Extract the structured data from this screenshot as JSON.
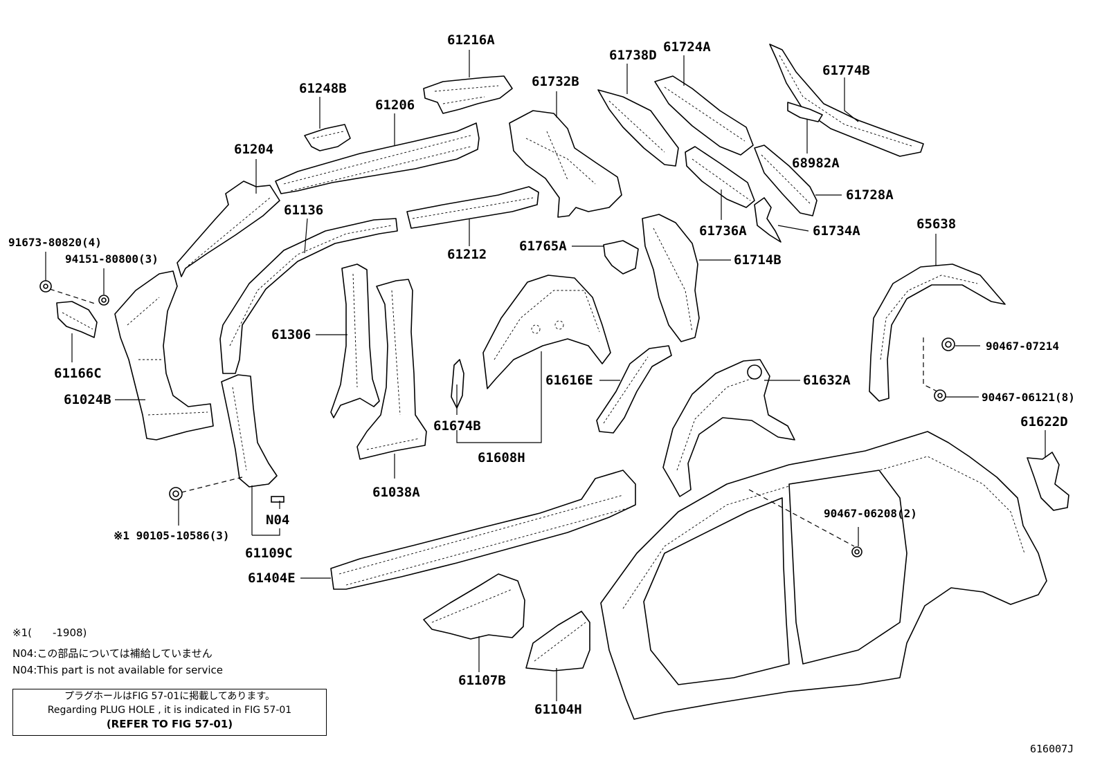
{
  "figure_code": "616007J",
  "labels": {
    "p61216A": "61216A",
    "p61248B": "61248B",
    "p61206": "61206",
    "p61204": "61204",
    "p61136": "61136",
    "p61212": "61212",
    "p61732B": "61732B",
    "p61738D": "61738D",
    "p61724A": "61724A",
    "p61774B": "61774B",
    "p68982A": "68982A",
    "p61728A": "61728A",
    "p61736A": "61736A",
    "p61734A": "61734A",
    "p91673": "91673-80820(4)",
    "p94151": "94151-80800(3)",
    "p61166C": "61166C",
    "p61024B": "61024B",
    "p61306": "61306",
    "p61765A": "61765A",
    "p61714B": "61714B",
    "p65638": "65638",
    "p90467_07214": "90467-07214",
    "p90467_06121": "90467-06121(8)",
    "p61616E": "61616E",
    "p61632A": "61632A",
    "p61674B": "61674B",
    "p61608H": "61608H",
    "p61038A": "61038A",
    "p61622D": "61622D",
    "p90467_06208": "90467-06208(2)",
    "p90105": "※1 90105-10586(3)",
    "pN04": "N04",
    "p61109C": "61109C",
    "p61404E": "61404E",
    "p61107B": "61107B",
    "p61104H": "61104H"
  },
  "notes": {
    "footnote_1": "※1(　　-1908)",
    "n04_ja": "N04:この部品については補給していません",
    "n04_en": "N04:This part is not available for service",
    "box_ja": "プラグホールはFIG 57-01に掲載してあります。",
    "box_en": "Regarding  PLUG  HOLE , it is indicated in FIG  57-01",
    "box_ref": "(REFER TO FIG 57-01)"
  }
}
